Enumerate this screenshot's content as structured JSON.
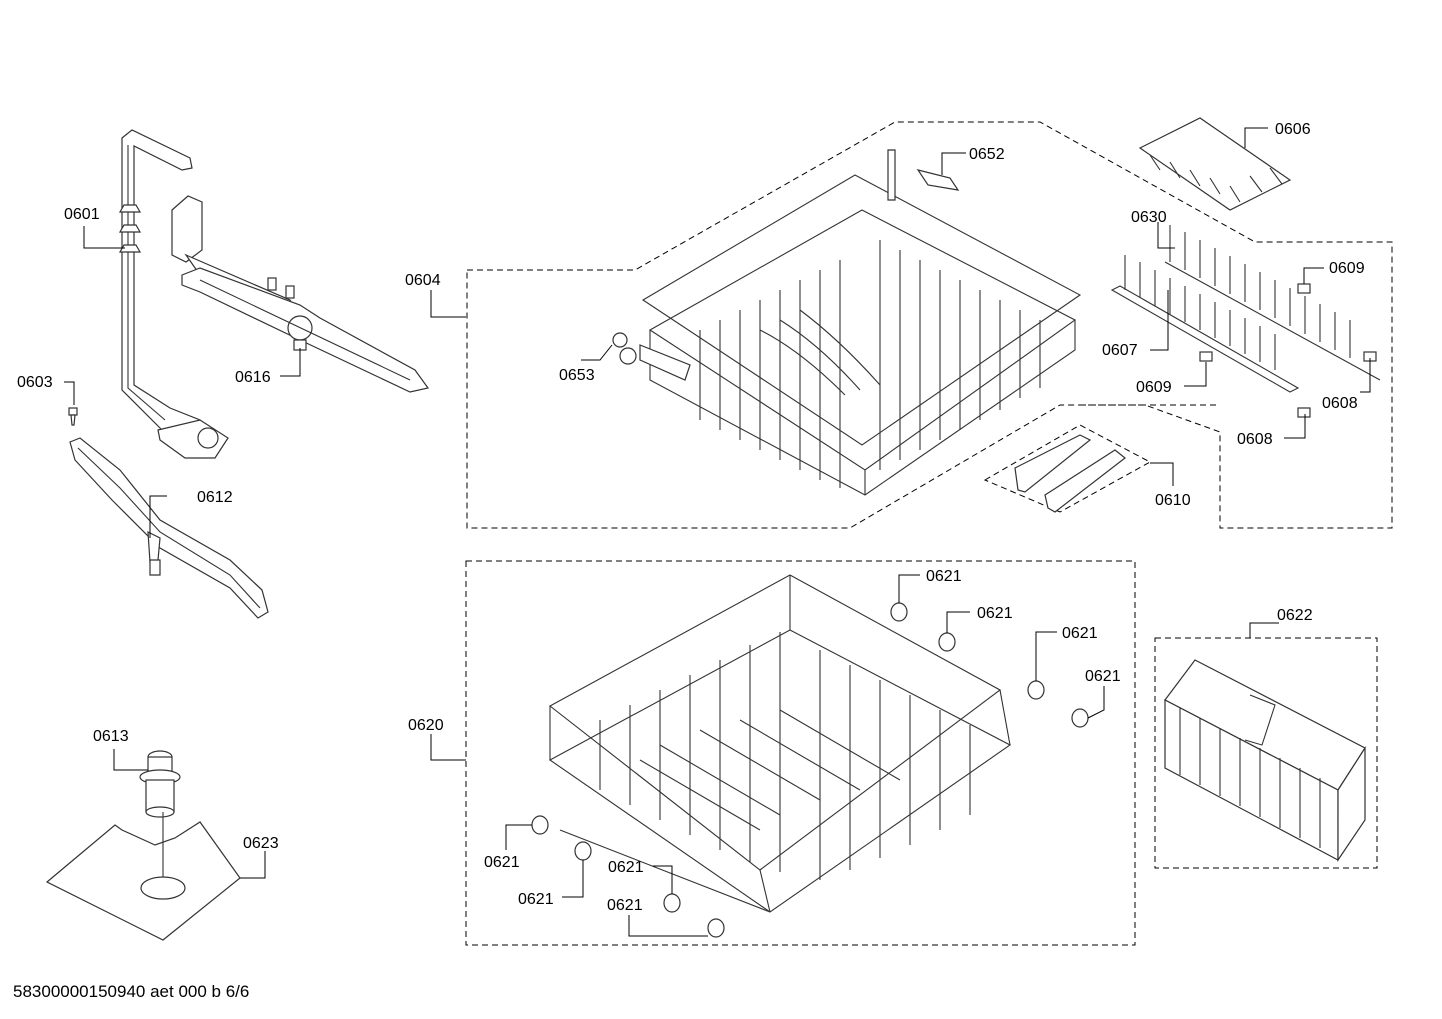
{
  "diagram": {
    "footer": "58300000150940 aet 000 b 6/6",
    "labels": {
      "p0601": "0601",
      "p0603": "0603",
      "p0604": "0604",
      "p0606": "0606",
      "p0607": "0607",
      "p0608a": "0608",
      "p0608b": "0608",
      "p0609a": "0609",
      "p0609b": "0609",
      "p0610": "0610",
      "p0612": "0612",
      "p0613": "0613",
      "p0616": "0616",
      "p0620": "0620",
      "p0621a": "0621",
      "p0621b": "0621",
      "p0621c": "0621",
      "p0621d": "0621",
      "p0621e": "0621",
      "p0621f": "0621",
      "p0621g": "0621",
      "p0621h": "0621",
      "p0622": "0622",
      "p0623": "0623",
      "p0630": "0630",
      "p0652": "0652",
      "p0653": "0653"
    }
  }
}
